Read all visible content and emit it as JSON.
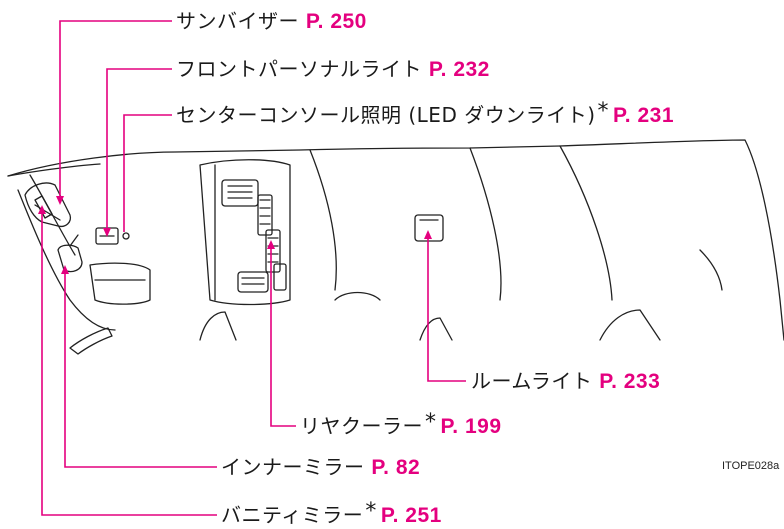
{
  "colors": {
    "callout": "#e4007f",
    "drawing": "#222222",
    "text": "#1a1a1a"
  },
  "figure_code": "ITOPE028a",
  "labels": {
    "sun_visor": {
      "text": "サンバイザー",
      "page": "P. 250"
    },
    "front_personal_light": {
      "text": "フロントパーソナルライト",
      "page": "P. 232"
    },
    "center_console_light": {
      "text": "センターコンソール照明 (LED ダウンライト)",
      "asterisk": "*",
      "page": "P. 231"
    },
    "room_light": {
      "text": "ルームライト",
      "page": "P. 233"
    },
    "rear_cooler": {
      "text": "リヤクーラー",
      "asterisk": "*",
      "page": "P. 199"
    },
    "inner_mirror": {
      "text": "インナーミラー",
      "page": "P. 82"
    },
    "vanity_mirror": {
      "text": "バニティミラー",
      "asterisk": "*",
      "page": "P. 251"
    }
  }
}
